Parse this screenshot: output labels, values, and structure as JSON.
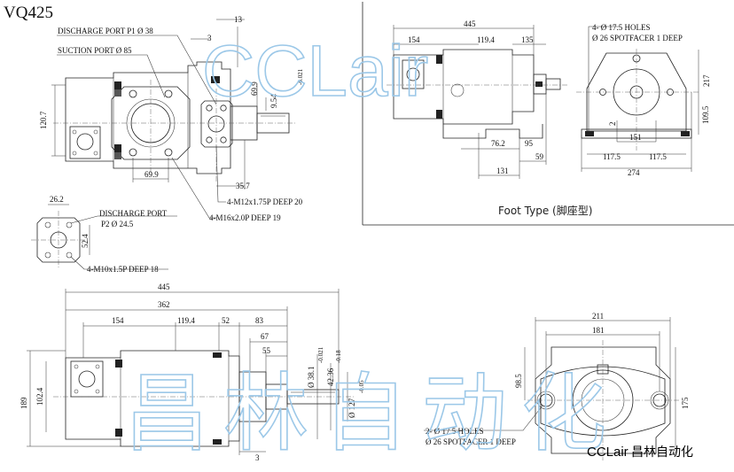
{
  "title": "VQ425",
  "watermark_top": "CCLair",
  "watermark_bottom": "昌林自动化",
  "brand_en": "CCLair",
  "brand_cn": "昌林自动化",
  "foot_type_label": "Foot Type (脚座型)",
  "labels": {
    "discharge_port_p1": "DISCHARGE PORT P1 Ø 38",
    "suction_port": "SUCTION PORT Ø 85",
    "discharge_port": "DISCHARGE PORT",
    "discharge_port_p2": "P2 Ø 24.5",
    "bolt_m12": "4-M12x1.75P DEEP 20",
    "bolt_m16": "4-M16x2.0P DEEP 19",
    "bolt_m10": "4-M10x1.5P DEEP 18",
    "holes_top": "4- Ø 17.5 HOLES",
    "spotfacer_top": "Ø 26 SPOTFACER 1 DEEP",
    "holes_bottom": "2- Ø 17.5 HOLES",
    "spotfacer_bottom": "Ø 26 SPOTFACER 1 DEEP"
  },
  "dims": {
    "d13": "13",
    "d3a": "3",
    "d69_9v": "69.9",
    "d9_54": "9.54",
    "tol_954": "-0.021",
    "d120_7": "120.7",
    "d69_9h": "69.9",
    "d35_7": "35.7",
    "d26_2": "26.2",
    "d52_4": "52.4",
    "d445a": "445",
    "d154a": "154",
    "d119_4a": "119.4",
    "d135": "135",
    "d76_2": "76.2",
    "d95": "95",
    "d59": "59",
    "d131": "131",
    "d2": "2",
    "d151": "151",
    "d117_5a": "117.5",
    "d117_5b": "117.5",
    "d274": "274",
    "d217": "217",
    "d109_5": "109.5",
    "d445b": "445",
    "d362": "362",
    "d154b": "154",
    "d119_4b": "119.4",
    "d52": "52",
    "d83": "83",
    "d67": "67",
    "d55": "55",
    "d102_4": "102.4",
    "d189": "189",
    "d38_1": "Ø 38.1",
    "tol_381": "-0.021",
    "d42_36": "42.36",
    "tol_4236": "-0.18",
    "d127": "Ø 127",
    "tol_127": "-0.05",
    "d3b": "3",
    "d211": "211",
    "d181": "181",
    "d98_5": "98.5",
    "d175": "175"
  }
}
